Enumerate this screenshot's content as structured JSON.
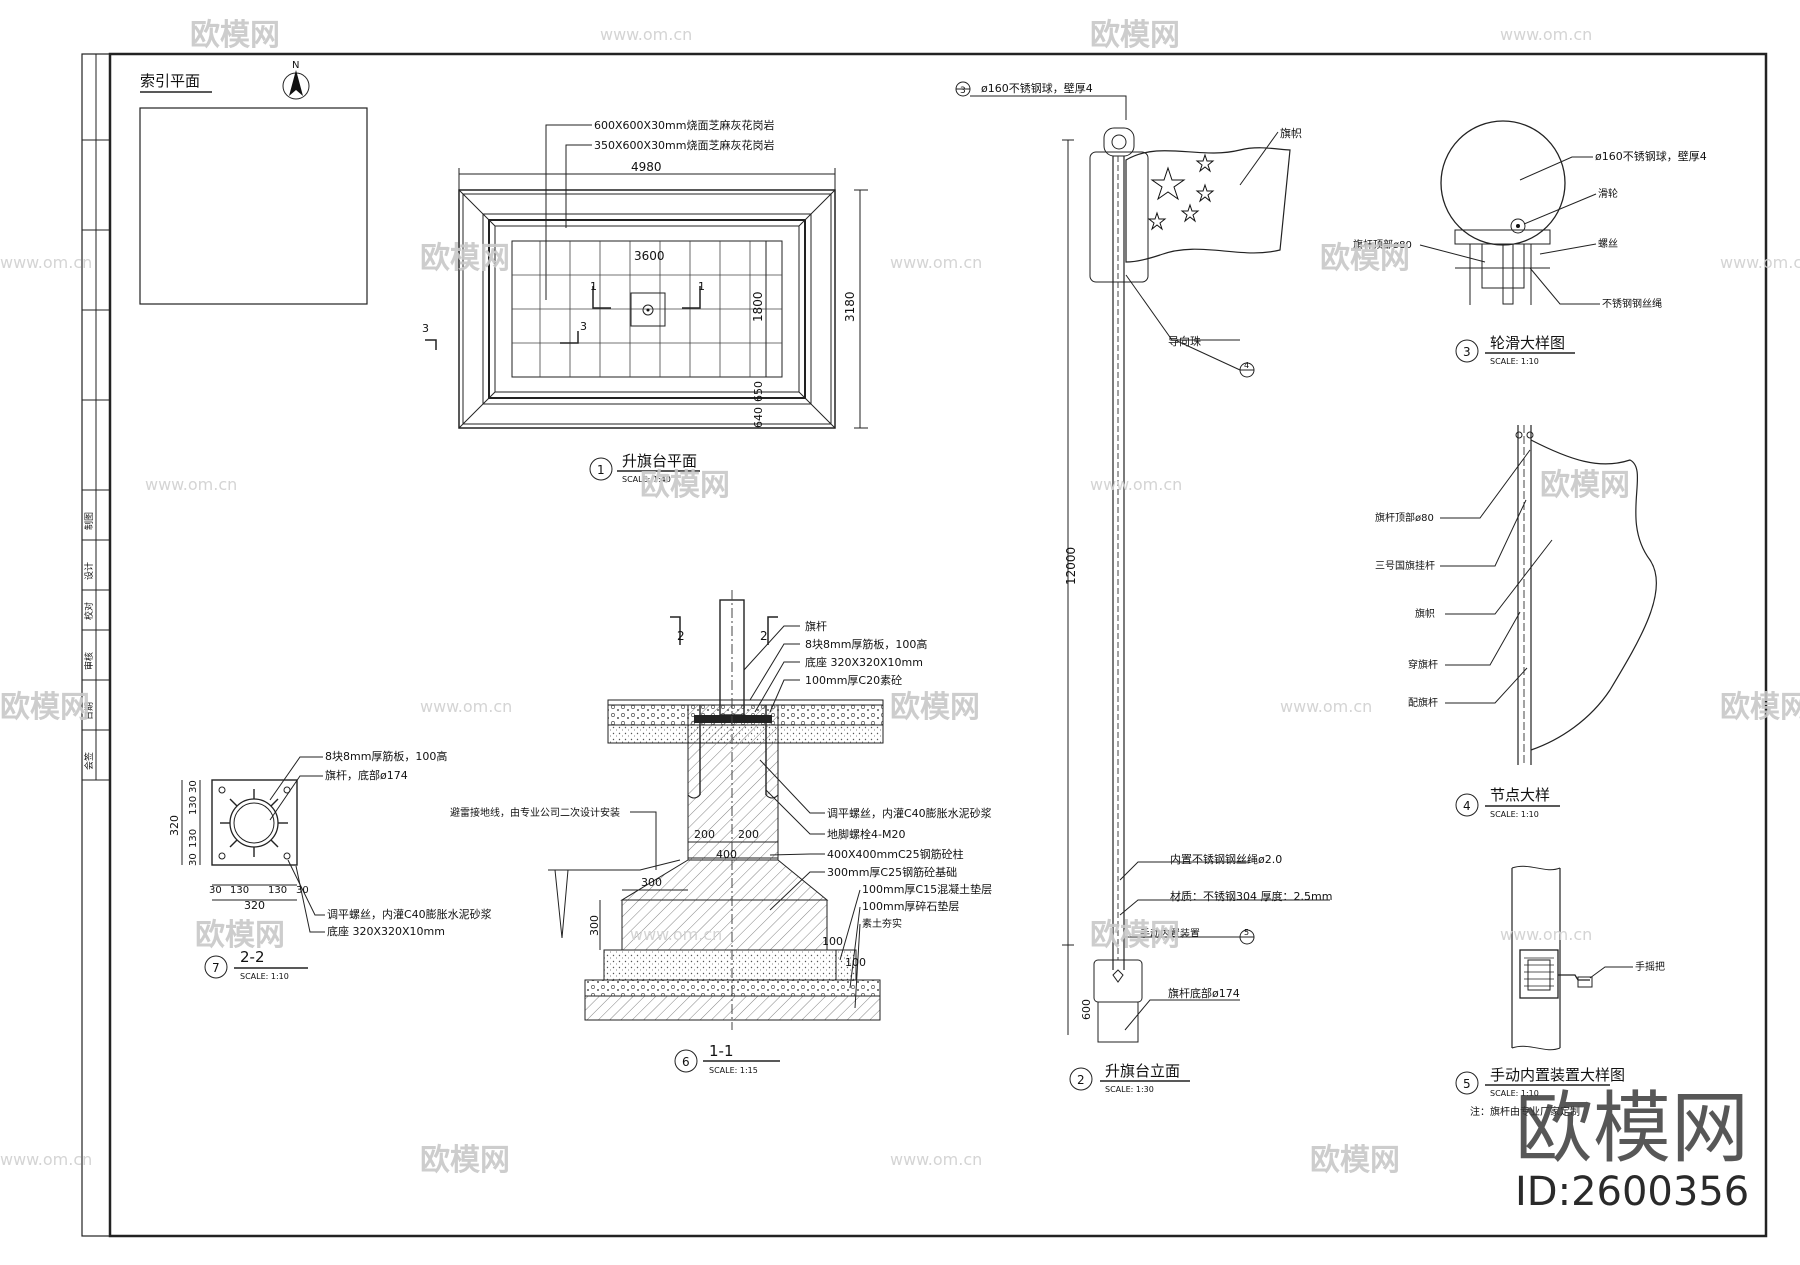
{
  "watermark": {
    "site": "www.om.cn",
    "brand": "欧模网",
    "big_brand": "欧模网",
    "id_text": "ID:2600356"
  },
  "index_plan": {
    "title": "索引平面",
    "north": "N"
  },
  "plan": {
    "label_outer": "600X600X30mm烧面芝麻灰花岗岩",
    "label_inner": "350X600X30mm烧面芝麻灰花岗岩",
    "dim_width": "4980",
    "dim_inner": "3600",
    "dim_depth": "3180",
    "dim_inner_depth": "1800",
    "dim_small": "640",
    "dim_small2": "650",
    "section_mark_1": "1",
    "section_mark_3": "3",
    "title_num": "1",
    "title": "升旗台平面",
    "scale": "SCALE: 1:40"
  },
  "elevation": {
    "ball_num": "3",
    "ball_label": "ø160不锈钢球，壁厚4",
    "flag_label": "旗帜",
    "guide_label": "导向珠",
    "guide_num": "4",
    "height": "12000",
    "base_height": "600",
    "rope_label": "内置不锈钢钢丝绳ø2.0",
    "material_label": "材质：不锈钢304  厚度：2.5mm",
    "device_label": "手动内置装置",
    "device_num": "5",
    "bottom_label": "旗杆底部ø174",
    "title_num": "2",
    "title": "升旗台立面",
    "scale": "SCALE: 1:30"
  },
  "pulley": {
    "ball_label": "ø160不锈钢球，壁厚4",
    "wheel_label": "滑轮",
    "top_label": "旗杆顶部ø80",
    "screw_label": "螺丝",
    "rope_label": "不锈钢钢丝绳",
    "title_num": "3",
    "title": "轮滑大样图",
    "scale": "SCALE: 1:10"
  },
  "node": {
    "labels": [
      "旗杆顶部ø80",
      "三号国旗挂杆",
      "旗帜",
      "穿旗杆",
      "配旗杆"
    ],
    "title_num": "4",
    "title": "节点大样",
    "scale": "SCALE: 1:10"
  },
  "manual": {
    "handle_label": "手摇把",
    "title_num": "5",
    "title": "手动内置装置大样图",
    "scale": "SCALE: 1:10",
    "note": "注：旗杆由专业厂家定制"
  },
  "section11": {
    "labels": [
      "旗杆",
      "8块8mm厚筋板，100高",
      "底座 320X320X10mm",
      "100mm厚C20素砼"
    ],
    "left_note": "避雷接地线，由专业公司二次设计安装",
    "right_labels": [
      "调平螺丝，内灌C40膨胀水泥砂浆",
      "地脚螺栓4-M20",
      "400X400mmC25钢筋砼柱",
      "300mm厚C25钢筋砼基础",
      "100mm厚C15混凝土垫层",
      "100mm厚碎石垫层",
      "素土夯实"
    ],
    "dims": [
      "200",
      "200",
      "400",
      "300",
      "300",
      "100",
      "100"
    ],
    "cut_mark": "2",
    "title_num": "6",
    "title": "1-1",
    "scale": "SCALE: 1:15"
  },
  "section22": {
    "labels": [
      "8块8mm厚筋板，100高",
      "旗杆，底部ø174"
    ],
    "bottom_labels": [
      "调平螺丝，内灌C40膨胀水泥砂浆",
      "底座 320X320X10mm"
    ],
    "dims_v": [
      "30",
      "130",
      "130",
      "30",
      "320"
    ],
    "dims_h": [
      "30",
      "130",
      "130",
      "30",
      "320"
    ],
    "title_num": "7",
    "title": "2-2",
    "scale": "SCALE: 1:10"
  },
  "titleblock": {
    "cells": [
      "会签",
      "日期",
      "审核",
      "校对",
      "设计",
      "制图"
    ]
  }
}
